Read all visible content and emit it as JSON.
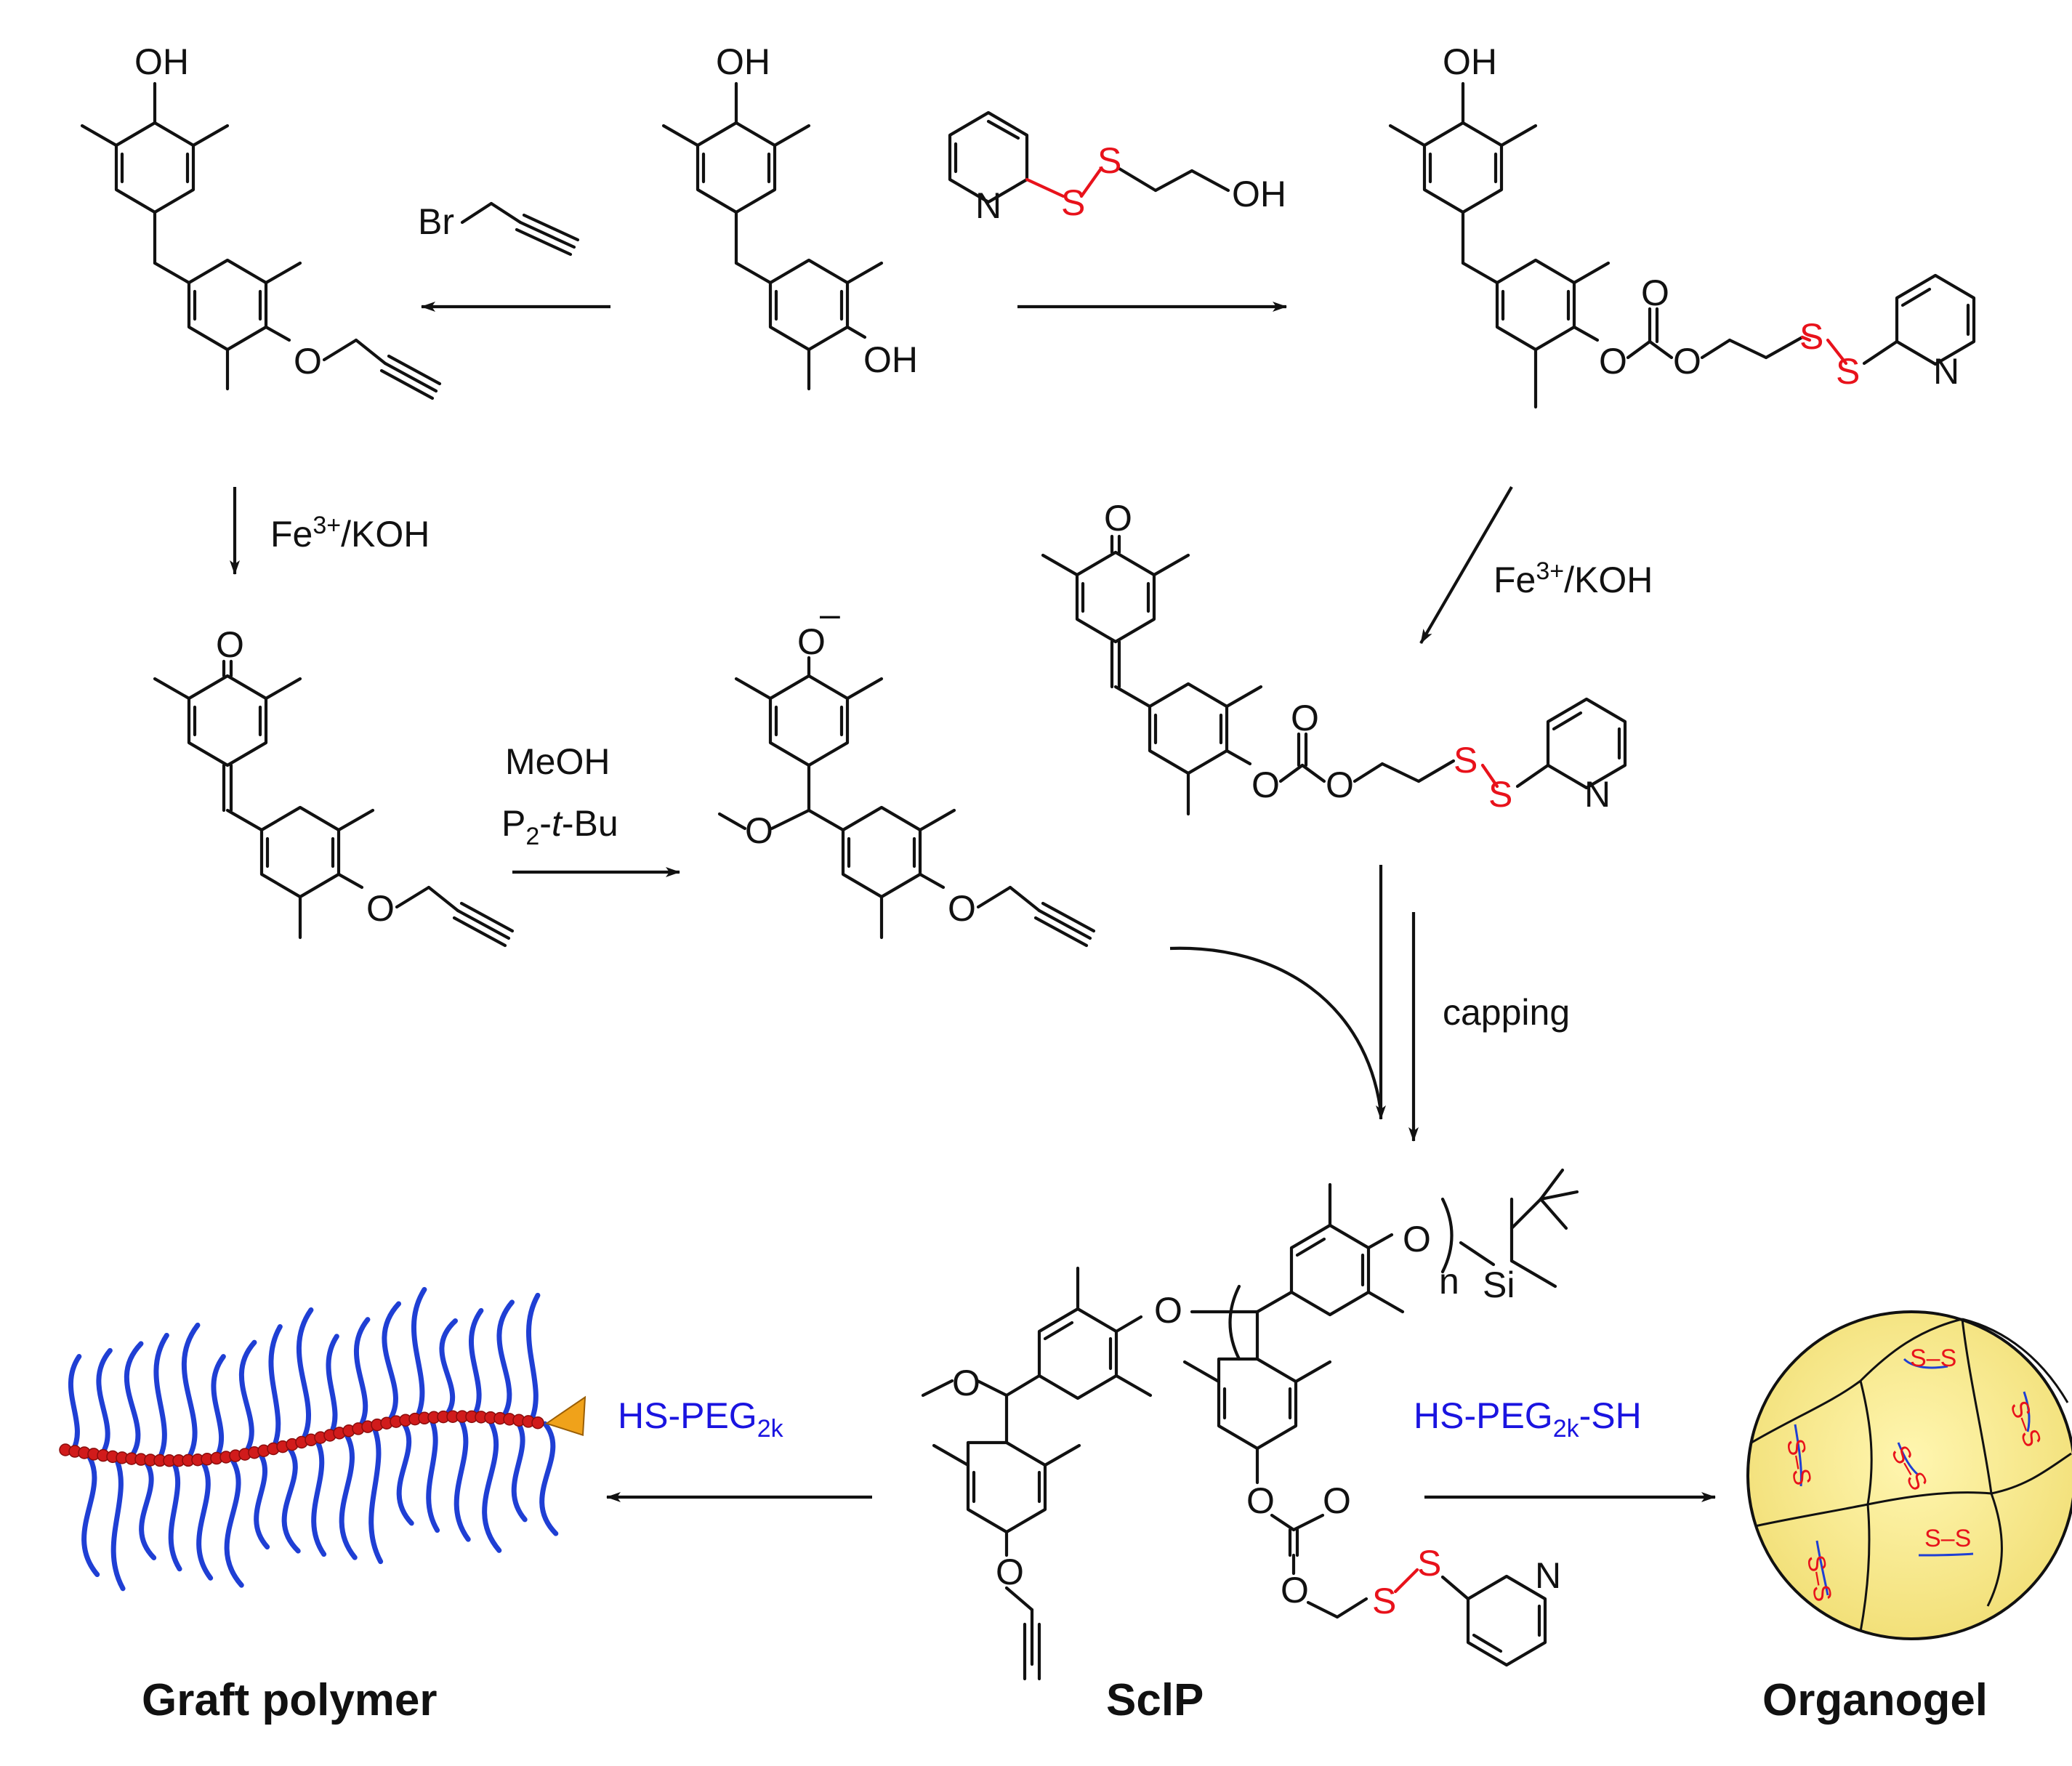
{
  "reagents": {
    "propargyl_bromide": "Br",
    "pyridyl_disulfide_ethanol": {
      "n": "N",
      "s1": "S",
      "s2": "S",
      "oh": "OH"
    },
    "oxidation_left": {
      "main": "Fe",
      "sup": "3+",
      "rest": "/KOH"
    },
    "oxidation_right": {
      "main": "Fe",
      "sup": "3+",
      "rest": "/KOH"
    },
    "methanol": "MeOH",
    "base": {
      "p": "P",
      "sub": "2",
      "dash": "-",
      "t": "t",
      "bu": "-Bu"
    },
    "capping": "capping",
    "graft_reagent": {
      "main": "HS-PEG",
      "sub": "2k"
    },
    "gel_reagent": {
      "main": "HS-PEG",
      "sub": "2k",
      "rest": "-SH"
    }
  },
  "atoms": {
    "oh": "OH",
    "o": "O",
    "o_minus": "O",
    "minus": "–",
    "s": "S",
    "n": "N",
    "si": "Si",
    "n_repeat": "n"
  },
  "titles": {
    "graft": "Graft polymer",
    "sclp": "SclP",
    "organogel": "Organogel"
  },
  "gel_links": [
    "S–S",
    "S–S",
    "S–S",
    "S–S",
    "S–S",
    "S–S"
  ],
  "colors": {
    "disulfide": "#e8121b",
    "peg_label": "#1a14e0",
    "peg_chain": "#1f3fd4",
    "backbone_bead": "#d11b1b",
    "end_cap": "#f0a21a",
    "gel_fill": "#f6ec9c"
  }
}
